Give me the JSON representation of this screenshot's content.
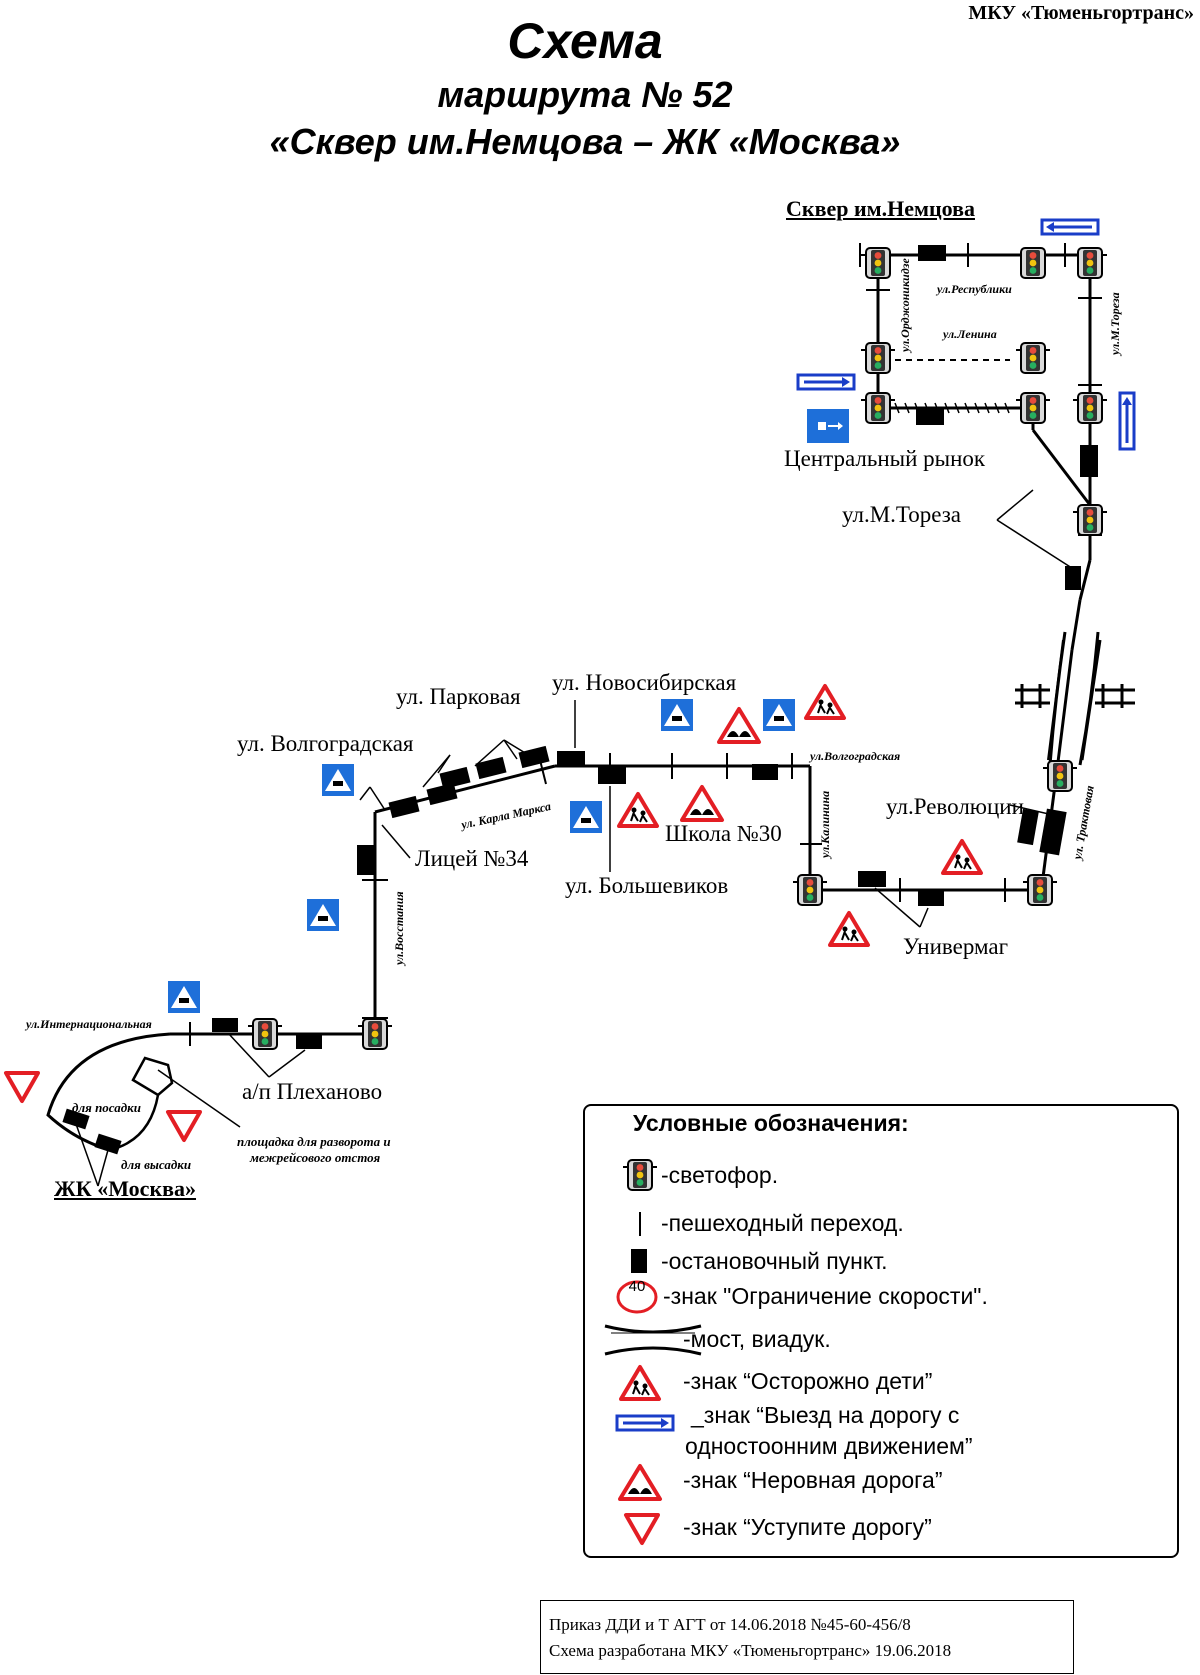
{
  "header": {
    "organization": "МКУ «Тюменьгортранс»",
    "title": "Схема",
    "route_line": "маршрута № 52",
    "route_name": "«Сквер им.Немцова – ЖК «Москва»"
  },
  "terminals": {
    "start": "Сквер им.Немцова",
    "end": "ЖК «Москва»"
  },
  "stops": {
    "central_market": "Центральный рынок",
    "m_toreza": "ул.М.Тореза",
    "parkovaya": "ул. Парковая",
    "novosibirskaya": "ул. Новосибирская",
    "volgogradskaya": "ул. Волгоградская",
    "litsey": "Лицей №34",
    "school": "Школа №30",
    "bolshevikov": "ул. Большевиков",
    "revolyutsii": "ул.Революции",
    "univermag": "Универмаг",
    "plekhanovo": "а/п Плеханово"
  },
  "streets": {
    "respubliki": "ул.Республики",
    "lenina": "ул.Ленина",
    "ordzhonikidze": "ул.Орджоникидзе",
    "m_toreza": "ул.М.Тореза",
    "volgogradskaya": "ул.Волгоградская",
    "karla_marksa": "ул. Карла Маркса",
    "kalinina": "ул.Калинина",
    "traktovaya": "ул. Трактовая",
    "vosstaniya": "ул.Восстания",
    "internatsionalnaya": "ул.Интернациональная"
  },
  "notes": {
    "boarding": "для посадки",
    "alighting": "для высадки",
    "turnaround_1": "площадка для разворота и",
    "turnaround_2": "межрейсового отстоя"
  },
  "legend": {
    "title": "Условные обозначения:",
    "traffic_light": "-светофор.",
    "crossing": "-пешеходный переход.",
    "stop": "-остановочный пункт.",
    "speed_value": "40",
    "speed": "-знак \"Ограничение скорости\".",
    "bridge": "-мост, виадук.",
    "children": "-знак “Осторожно дети”",
    "oneway_1": "_знак “Выезд на дорогу с",
    "oneway_2": "одностоонним движением”",
    "uneven": "-знак “Неровная дорога”",
    "yield": "-знак “Уступите дорогу”"
  },
  "footer": {
    "line1": "Приказ ДДИ и Т АГТ от 14.06.2018 №45-60-456/8",
    "line2": "Схема разработана МКУ «Тюменьгортранс» 19.06.2018"
  },
  "colors": {
    "route": "#000000",
    "sign_blue": "#1e6fd9",
    "sign_red": "#e31e24",
    "oneway_blue": "#1a3dc8"
  }
}
